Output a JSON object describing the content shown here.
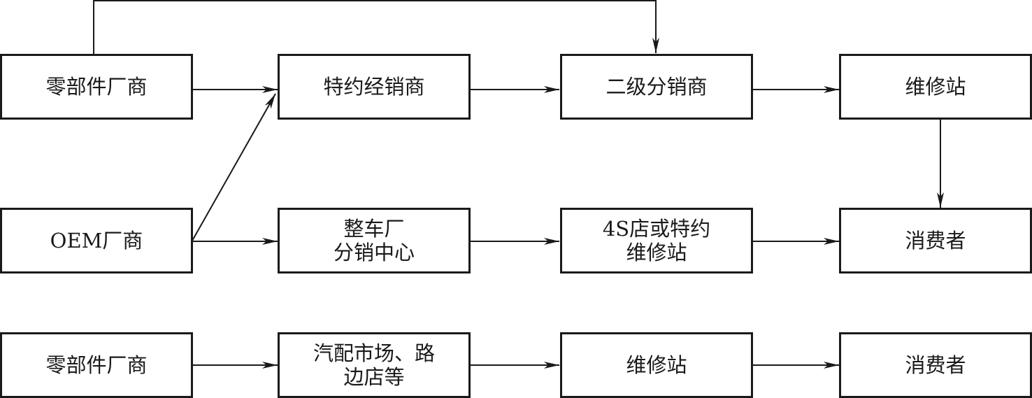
{
  "nodes": {
    "r1_parts": "零部件厂商",
    "r1_dealer": "特约经销商",
    "r1_secondary": "二级分销商",
    "r1_repair": "维修站",
    "r2_oem": "OEM厂商",
    "r2_oem_center": "整车厂\n分销中心",
    "r2_4s": "4S店或特约\n维修站",
    "r2_consumer": "消费者",
    "r3_parts": "零部件厂商",
    "r3_market": "汽配市场、路\n边店等",
    "r3_repair": "维修站",
    "r3_consumer": "消费者"
  },
  "edges": [
    {
      "from": "r1_parts",
      "to": "r1_secondary",
      "style": "elbow-over-top"
    },
    {
      "from": "r1_parts",
      "to": "r1_dealer"
    },
    {
      "from": "r1_dealer",
      "to": "r1_secondary"
    },
    {
      "from": "r1_secondary",
      "to": "r1_repair"
    },
    {
      "from": "r1_repair",
      "to": "r2_consumer"
    },
    {
      "from": "r2_oem",
      "to": "r1_dealer"
    },
    {
      "from": "r2_oem",
      "to": "r2_oem_center"
    },
    {
      "from": "r2_oem_center",
      "to": "r2_4s"
    },
    {
      "from": "r2_4s",
      "to": "r2_consumer"
    },
    {
      "from": "r3_parts",
      "to": "r3_market"
    },
    {
      "from": "r3_market",
      "to": "r3_repair"
    },
    {
      "from": "r3_repair",
      "to": "r3_consumer"
    }
  ]
}
